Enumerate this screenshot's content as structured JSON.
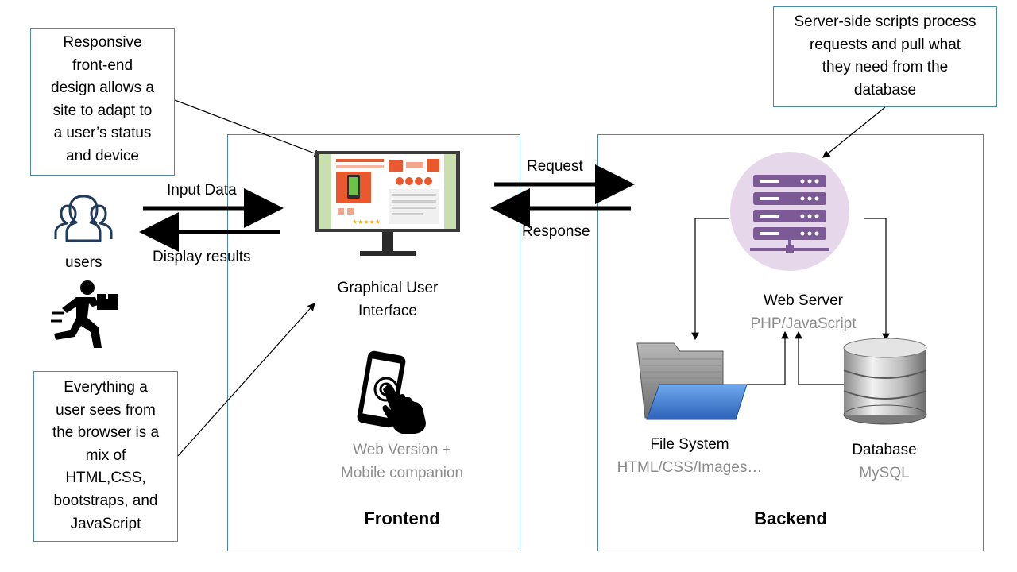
{
  "callouts": {
    "frontend_design": [
      "Responsive",
      "front-end",
      "design allows a",
      "site to adapt to",
      "a user’s status",
      "and device"
    ],
    "server_scripts": [
      "Server-side scripts process",
      "requests and pull what",
      "they need from the",
      "database"
    ],
    "browser_mix": [
      "Everything a",
      "user sees from",
      "the browser is a",
      "mix of",
      "HTML,CSS,",
      "bootstraps, and",
      "JavaScript"
    ]
  },
  "users": {
    "label": "users"
  },
  "arrows": {
    "input_data": "Input Data",
    "display_results": "Display results",
    "request": "Request",
    "response": "Response"
  },
  "frontend": {
    "title": "Frontend",
    "gui_label_line1": "Graphical User",
    "gui_label_line2": "Interface",
    "web_version_line1": "Web Version +",
    "web_version_line2": "Mobile companion"
  },
  "backend": {
    "title": "Backend",
    "web_server": "Web Server",
    "web_server_tech": "PHP/JavaScript",
    "file_system": "File System",
    "file_system_tech": "HTML/CSS/Images…",
    "database": "Database",
    "database_tech": "MySQL"
  },
  "colors": {
    "box_border": "#4a8aa8",
    "server_circle": "#e6d8ea",
    "server_icon": "#7b5a96",
    "tech_text": "#8c8c8c",
    "folder_blue": "#3d7fd1"
  }
}
